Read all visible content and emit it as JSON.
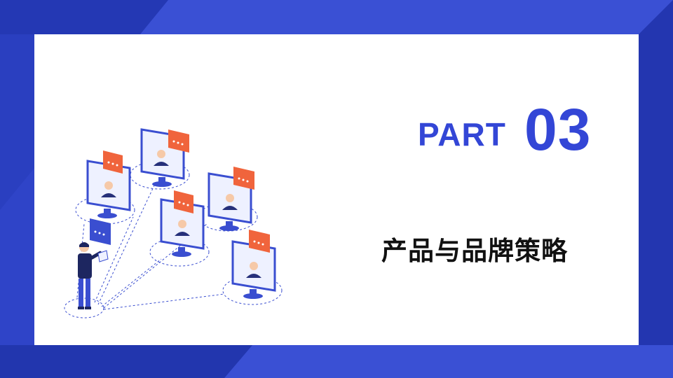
{
  "slide": {
    "part_label": "PART",
    "part_number": "03",
    "title": "产品与品牌策略"
  },
  "colors": {
    "background": "#2a3fc0",
    "accent_blue": "#3346d6",
    "chat_orange": "#f0643c",
    "card": "#ffffff",
    "title_text": "#111111"
  },
  "illustration": {
    "icons": [
      "person-with-tablet-icon",
      "monitor-icon",
      "video-call-avatar-icon",
      "chat-bubble-icon"
    ]
  }
}
